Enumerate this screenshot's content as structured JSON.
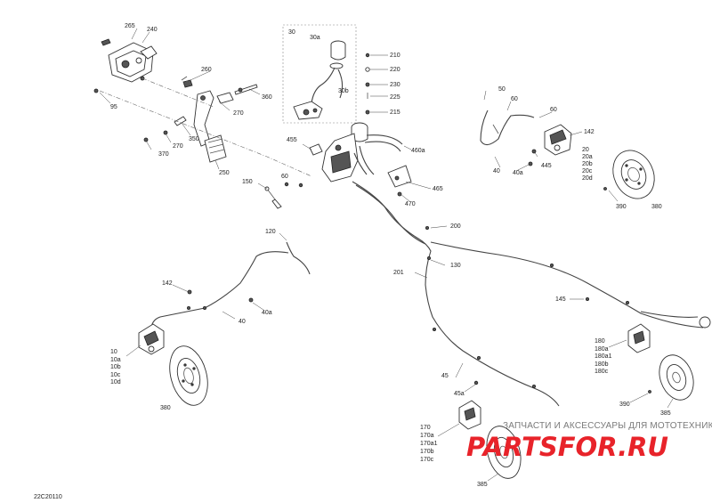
{
  "diagram": {
    "code": "22C20110",
    "callouts": {
      "c265": "265",
      "c240": "240",
      "c95": "95",
      "c260": "260",
      "c360": "360",
      "c270a": "270",
      "c350": "350",
      "c270b": "270",
      "c370": "370",
      "c250": "250",
      "c30": "30",
      "c30a": "30a",
      "c30b": "30b",
      "c210": "210",
      "c220": "220",
      "c230": "230",
      "c225": "225",
      "c215": "215",
      "c455": "455",
      "c460a": "460a",
      "c465": "465",
      "c470": "470",
      "c150": "150",
      "c60a": "60",
      "c50": "50",
      "c60b": "60",
      "c60c": "60",
      "c142a": "142",
      "c20": "20",
      "c20a": "20a",
      "c20b": "20b",
      "c20c": "20c",
      "c20d": "20d",
      "c40a": "40",
      "c40ab": "40a",
      "c445": "445",
      "c390a": "390",
      "c380a": "380",
      "c200": "200",
      "c130": "130",
      "c201": "201",
      "c120": "120",
      "c142b": "142",
      "c40b": "40",
      "c40bb": "40a",
      "c145": "145",
      "c10": "10",
      "c10a": "10a",
      "c10b": "10b",
      "c10c": "10c",
      "c10d": "10d",
      "c380b": "380",
      "c180": "180",
      "c180a": "180a",
      "c180a1": "180a1",
      "c180b": "180b",
      "c180c": "180c",
      "c390b": "390",
      "c385a": "385",
      "c45": "45",
      "c45a": "45a",
      "c170": "170",
      "c170a": "170a",
      "c170a1": "170a1",
      "c170b": "170b",
      "c170c": "170c",
      "c385b": "385"
    }
  },
  "watermark": {
    "tagline": "ЗАПЧАСТИ И АКСЕССУАРЫ ДЛЯ МОТОТЕХНИКИ",
    "logo": "PARTSFOR.RU",
    "color": "#e8232a"
  }
}
